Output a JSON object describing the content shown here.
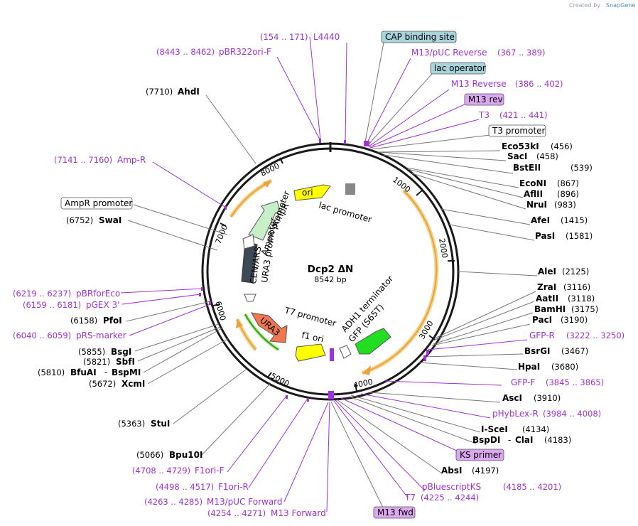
{
  "credit": {
    "prefix": "Created by",
    "brand": "SnapGene"
  },
  "plasmid": {
    "name": "Dcp2 ΔN",
    "length_label": "8542 bp"
  },
  "ticks": [
    "1000",
    "2000",
    "3000",
    "4000",
    "5000",
    "6000",
    "7000",
    "8000"
  ],
  "features": {
    "ori": "ori",
    "ampr": "AmpR",
    "ampr_promoter_inner": "AmpR promoter",
    "cen_ars": "CEN/ARS",
    "ura3_promoter": "URA3 promoter",
    "ura3": "URA3",
    "t7_promoter": "T7 promoter",
    "f1_ori": "f1 ori",
    "adh1": "ADH1 terminator",
    "gfp": "GFP (S65T)",
    "lac_promoter": "lac promoter"
  },
  "boxed_labels": {
    "cap": "CAP binding site",
    "lac_operator": "lac operator",
    "m13_rev": "M13 rev",
    "t3_promoter": "T3 promoter",
    "ampr_promoter": "AmpR promoter",
    "ks_primer": "KS primer",
    "m13_fwd": "M13 fwd"
  },
  "primers": {
    "l4440": {
      "name": "L4440",
      "pos": "(154 .. 171)"
    },
    "pbr322": {
      "name": "pBR322ori-F",
      "pos": "(8443 .. 8462)"
    },
    "m13puc_rev": {
      "name": "M13/pUC Reverse",
      "pos": "(367 .. 389)"
    },
    "m13_reverse": {
      "name": "M13 Reverse",
      "pos": "(386 .. 402)"
    },
    "t3": {
      "name": "T3",
      "pos": "(421 .. 441)"
    },
    "ampr": {
      "name": "Amp-R",
      "pos": "(7141 .. 7160)"
    },
    "pbrforeco": {
      "name": "pBRforEco",
      "pos": "(6219 .. 6237)"
    },
    "pgex3": {
      "name": "pGEX 3'",
      "pos": "(6159 .. 6181)"
    },
    "prs_marker": {
      "name": "pRS-marker",
      "pos": "(6040 .. 6059)"
    },
    "gfp_r": {
      "name": "GFP-R",
      "pos": "(3222 .. 3250)"
    },
    "gfp_f": {
      "name": "GFP-F",
      "pos": "(3845 .. 3865)"
    },
    "phyblex": {
      "name": "pHybLex-R",
      "pos": "(3984 .. 4008)"
    },
    "pbluescriptks": {
      "name": "pBluescriptKS",
      "pos": "(4185 .. 4201)"
    },
    "t7": {
      "name": "T7",
      "pos": "(4225 .. 4244)"
    },
    "f1ori_f": {
      "name": "F1ori-F",
      "pos": "(4708 .. 4729)"
    },
    "f1ori_r": {
      "name": "F1ori-R",
      "pos": "(4498 .. 4517)"
    },
    "m13puc_fwd": {
      "name": "M13/pUC Forward",
      "pos": "(4263 .. 4285)"
    },
    "m13_forward": {
      "name": "M13 Forward",
      "pos": "(4254 .. 4271)"
    }
  },
  "enzymes": {
    "ahdi": {
      "name": "AhdI",
      "pos": "(7710)"
    },
    "swai": {
      "name": "SwaI",
      "pos": "(6752)"
    },
    "pfoi": {
      "name": "PfoI",
      "pos": "(6158)"
    },
    "bsgi": {
      "name": "BsgI",
      "pos": "(5855)"
    },
    "sbfi": {
      "name": "SbfI",
      "pos": "(5821)"
    },
    "bfuai": {
      "name": "BfuAI",
      "pos": "(5810)"
    },
    "bspmi": {
      "name": "BspMI"
    },
    "xcmi": {
      "name": "XcmI",
      "pos": "(5672)"
    },
    "stui": {
      "name": "StuI",
      "pos": "(5363)"
    },
    "bpu10i": {
      "name": "Bpu10I",
      "pos": "(5066)"
    },
    "eco53ki": {
      "name": "Eco53kI",
      "pos": "(456)"
    },
    "saci": {
      "name": "SacI",
      "pos": "(458)"
    },
    "bsteii": {
      "name": "BstEII",
      "pos": "(539)"
    },
    "econi": {
      "name": "EcoNI",
      "pos": "(867)"
    },
    "aflii": {
      "name": "AflII",
      "pos": "(896)"
    },
    "nrui": {
      "name": "NruI",
      "pos": "(983)"
    },
    "afei": {
      "name": "AfeI",
      "pos": "(1415)"
    },
    "pasi": {
      "name": "PasI",
      "pos": "(1581)"
    },
    "alei": {
      "name": "AleI",
      "pos": "(2125)"
    },
    "zrai": {
      "name": "ZraI",
      "pos": "(3116)"
    },
    "aatii": {
      "name": "AatII",
      "pos": "(3118)"
    },
    "bamhi": {
      "name": "BamHI",
      "pos": "(3175)"
    },
    "paci": {
      "name": "PacI",
      "pos": "(3190)"
    },
    "bsrgi": {
      "name": "BsrGI",
      "pos": "(3467)"
    },
    "hpai": {
      "name": "HpaI",
      "pos": "(3680)"
    },
    "asci": {
      "name": "AscI",
      "pos": "(3910)"
    },
    "i_scei": {
      "name": "I-SceI",
      "pos": "(4134)"
    },
    "bspdi": {
      "name": "BspDI",
      "pos": "(4183)"
    },
    "clai": {
      "name": "ClaI"
    },
    "absi": {
      "name": "AbsI",
      "pos": "(4197)"
    }
  },
  "colors": {
    "backbone": "#1a1a1a",
    "primer": "#a030d8",
    "cap_box": "#a9d4dc",
    "lac_box": "#a9d4dc",
    "primer_box": "#dca8f0",
    "ori": "#ffff00",
    "ampr": "#c8f0c8",
    "cen_ars": "#3d4a55",
    "ura3": "#f07850",
    "gfp": "#22dd22",
    "gene_arc": "#e8a33a"
  }
}
